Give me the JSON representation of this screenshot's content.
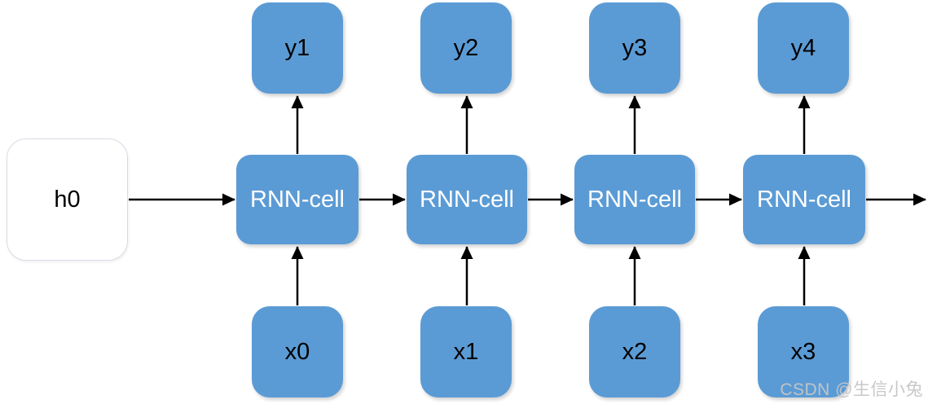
{
  "diagram": {
    "type": "rnn-unrolled-flow",
    "hidden_state": {
      "label": "h0"
    },
    "cells": [
      {
        "label": "RNN-cell"
      },
      {
        "label": "RNN-cell"
      },
      {
        "label": "RNN-cell"
      },
      {
        "label": "RNN-cell"
      }
    ],
    "outputs": [
      {
        "label": "y1"
      },
      {
        "label": "y2"
      },
      {
        "label": "y3"
      },
      {
        "label": "y4"
      }
    ],
    "inputs": [
      {
        "label": "x0"
      },
      {
        "label": "x1"
      },
      {
        "label": "x2"
      },
      {
        "label": "x3"
      }
    ],
    "colors": {
      "node_fill": "#5B9BD5",
      "cell_text": "#FFFFFF",
      "node_text": "#000000",
      "h0_fill": "#FFFFFF",
      "h0_border": "#D6DCE5",
      "arrow": "#000000",
      "watermark": "#C6C6C6"
    }
  },
  "watermark": {
    "text": "CSDN @生信小兔"
  }
}
